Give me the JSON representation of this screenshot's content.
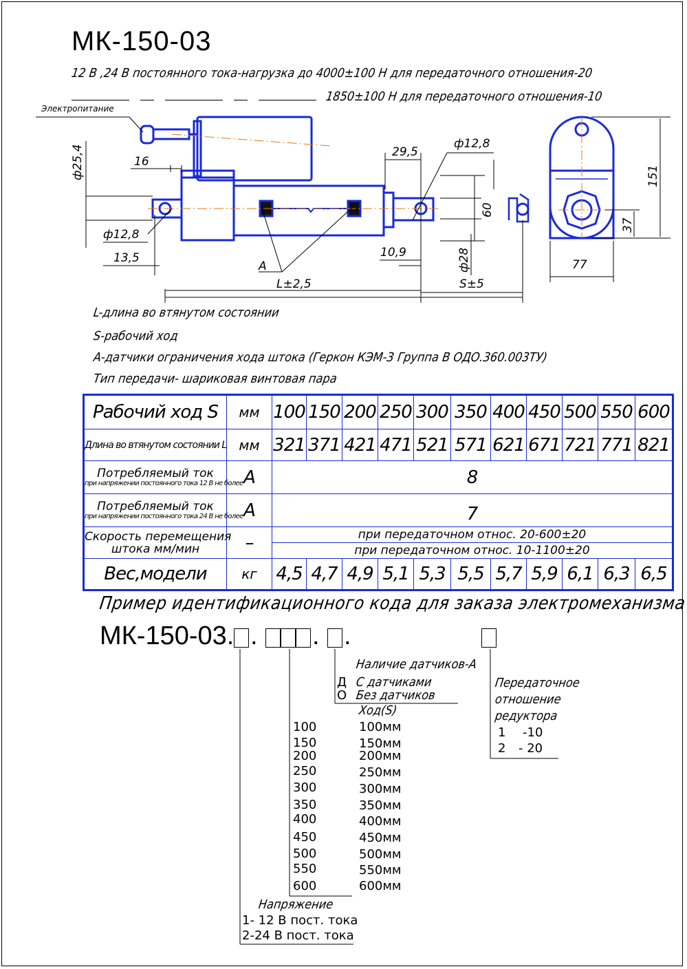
{
  "title": "МК-150-03",
  "spec_line1": "12 В ,24 В постоянного тока-нагрузка до 4000±100 Н для передаточного отношения-20",
  "spec_line2": "1850±100 Н для передаточного отношения-10",
  "drawing": {
    "power_label": "Электропитание",
    "dims": {
      "d25_4": "ф25,4",
      "d16": "16",
      "d12_8_left": "ф12,8",
      "d13_5": "13,5",
      "d29_5": "29,5",
      "d12_8_right": "ф12,8",
      "sq60": "60",
      "d10_9": "10,9",
      "d28": "ф28",
      "a_label": "A",
      "l_tol": "L±2,5",
      "s_tol": "S±5",
      "d151": "151",
      "d37": "37",
      "d77": "77"
    }
  },
  "legend": [
    "L-длина во втянутом состоянии",
    "S-рабочий ход",
    "A-датчики ограничения хода штока (Геркон КЭМ-3 Группа В ОДО.360.003ТУ)",
    "Тип передачи- шариковая винтовая пара"
  ],
  "table": {
    "stroke_row": {
      "label": "Рабочий ход S",
      "unit": "мм",
      "values": [
        "100",
        "150",
        "200",
        "250",
        "300",
        "350",
        "400",
        "450",
        "500",
        "550",
        "600"
      ]
    },
    "length_row": {
      "label": "Длина во втянутом состоянии L",
      "unit": "мм",
      "values": [
        "321",
        "371",
        "421",
        "471",
        "521",
        "571",
        "621",
        "671",
        "721",
        "771",
        "821"
      ]
    },
    "current12_row": {
      "label": "Потребляемый ток",
      "sublabel": "при напряжении постоянного тока 12 В не более",
      "unit": "A",
      "value": "8"
    },
    "current24_row": {
      "label": "Потребляемый ток",
      "sublabel": "при напряжении постоянного тока 24 В не более",
      "unit": "A",
      "value": "7"
    },
    "speed_row": {
      "label1": "Скорость перемещения",
      "label2": "штока мм/мин",
      "unit": "–",
      "value1": "при передаточном относ. 20-600±20",
      "value2": "при передаточном относ. 10-1100±20"
    },
    "weight_row": {
      "label": "Вес,модели",
      "unit": "кг",
      "values": [
        "4,5",
        "4,7",
        "4,9",
        "5,1",
        "5,3",
        "5,5",
        "5,7",
        "5,9",
        "6,1",
        "6,3",
        "6,5"
      ]
    }
  },
  "order": {
    "heading": "Пример идентификационного кода для заказа электромеханизма",
    "code_prefix": "МК-150-03.",
    "sensors_title": "Наличие датчиков-А",
    "sensors": [
      {
        "code": "Д",
        "text": "С датчиками"
      },
      {
        "code": "О",
        "text": "Без датчиков"
      }
    ],
    "stroke_title": "Ход(S)",
    "strokes": [
      {
        "code": "100",
        "text": "100мм"
      },
      {
        "code": "150",
        "text": "150мм"
      },
      {
        "code": "200",
        "text": "200мм"
      },
      {
        "code": "250",
        "text": "250мм"
      },
      {
        "code": "300",
        "text": "300мм"
      },
      {
        "code": "350",
        "text": "350мм"
      },
      {
        "code": "400",
        "text": "400мм"
      },
      {
        "code": "450",
        "text": "450мм"
      },
      {
        "code": "500",
        "text": "500мм"
      },
      {
        "code": "550",
        "text": "550мм"
      },
      {
        "code": "600",
        "text": "600мм"
      }
    ],
    "ratio_title": [
      "Передаточное",
      "отношение",
      "редуктора"
    ],
    "ratios": [
      {
        "code": "1",
        "text": "-10"
      },
      {
        "code": "2",
        "text": "- 20"
      }
    ],
    "voltage_title": "Напряжение",
    "voltages": [
      "1- 12 В пост. тока",
      "2-24 В пост. тока"
    ]
  },
  "colors": {
    "drawing_blue": "#1a2ad6",
    "accent_orange": "#e07a1a"
  }
}
